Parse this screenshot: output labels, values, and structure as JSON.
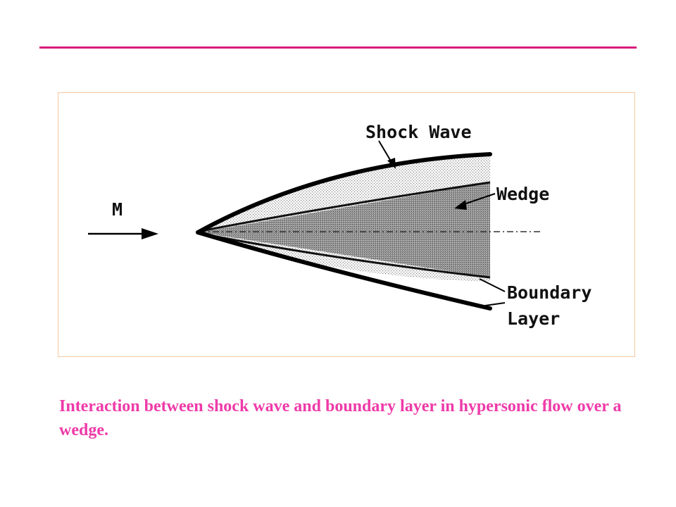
{
  "accent_color": "#d81b7a",
  "caption_color": "#ee3aa8",
  "frame_border_color": "#f3c9a0",
  "diagram": {
    "labels": {
      "mach": "M",
      "shock_wave": "Shock Wave",
      "wedge": "Wedge",
      "boundary": "Boundary",
      "layer": "Layer"
    }
  },
  "caption": {
    "text": "Interaction between shock wave and boundary layer in hypersonic flow over a wedge."
  }
}
